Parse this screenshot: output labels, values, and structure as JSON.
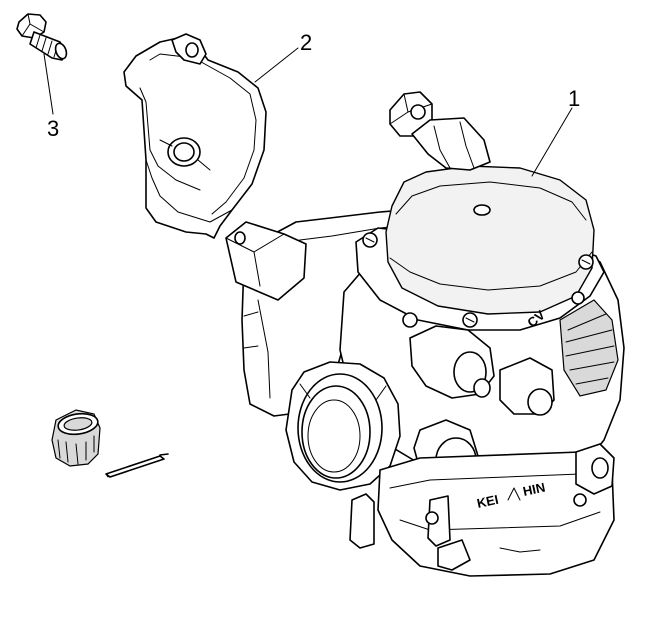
{
  "callouts": [
    {
      "label": "1",
      "part": "carburetor"
    },
    {
      "label": "2",
      "part": "cover"
    },
    {
      "label": "3",
      "part": "bolt"
    }
  ],
  "embossing": {
    "left": "KEI",
    "right": "HIN",
    "cv": "CV"
  }
}
